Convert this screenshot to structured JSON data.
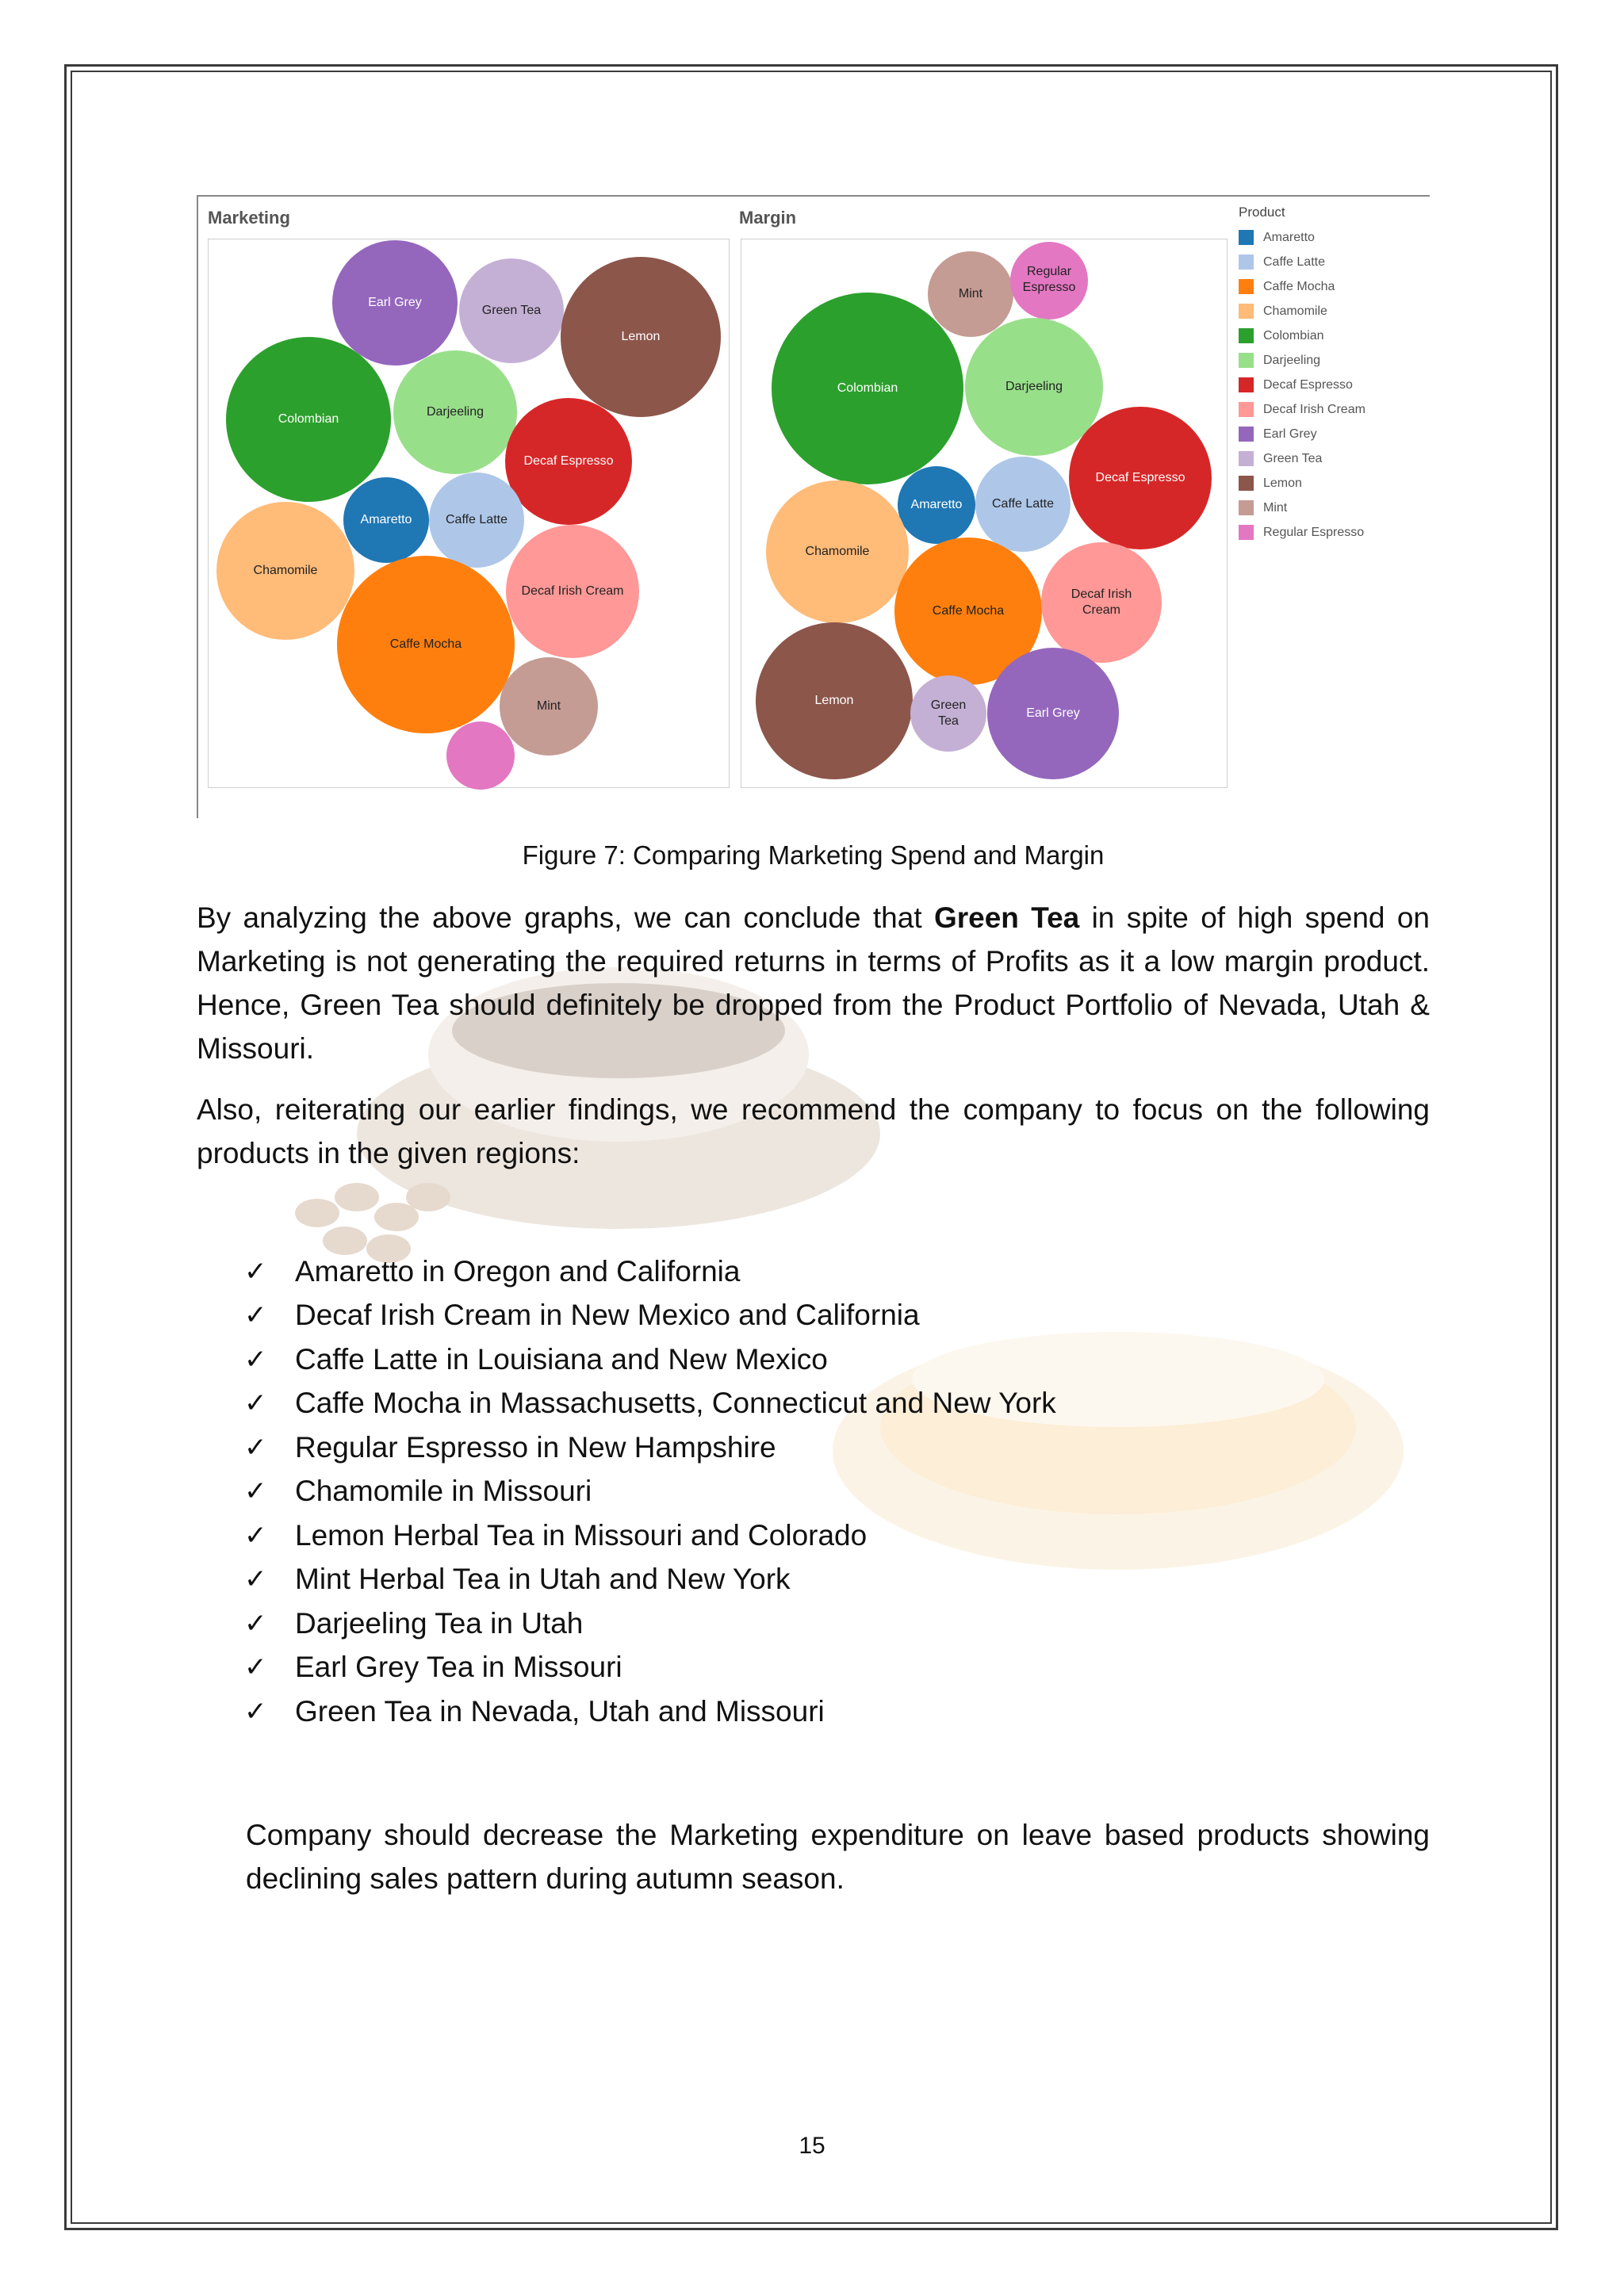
{
  "figure": {
    "panel_titles": [
      "Marketing",
      "Margin"
    ],
    "legend_title": "Product",
    "legend": [
      {
        "name": "Amaretto",
        "color": "#1f77b4"
      },
      {
        "name": "Caffe Latte",
        "color": "#aec7e8"
      },
      {
        "name": "Caffe Mocha",
        "color": "#ff7f0e"
      },
      {
        "name": "Chamomile",
        "color": "#ffbb78"
      },
      {
        "name": "Colombian",
        "color": "#2ca02c"
      },
      {
        "name": "Darjeeling",
        "color": "#98df8a"
      },
      {
        "name": "Decaf Espresso",
        "color": "#d62728"
      },
      {
        "name": "Decaf Irish Cream",
        "color": "#ff9896"
      },
      {
        "name": "Earl Grey",
        "color": "#9467bd"
      },
      {
        "name": "Green Tea",
        "color": "#c5b0d5"
      },
      {
        "name": "Lemon",
        "color": "#8c564b"
      },
      {
        "name": "Mint",
        "color": "#c49c94"
      },
      {
        "name": "Regular Espresso",
        "color": "#e377c2"
      }
    ],
    "marketing_labels": {
      "earl_grey": "Earl Grey",
      "green_tea": "Green Tea",
      "lemon": "Lemon",
      "colombian": "Colombian",
      "darjeeling": "Darjeeling",
      "decaf_espresso": "Decaf Espresso",
      "amaretto": "Amaretto",
      "caffe_latte": "Caffe Latte",
      "chamomile": "Chamomile",
      "decaf_irish_cream": "Decaf Irish Cream",
      "caffe_mocha": "Caffe Mocha",
      "mint": "Mint"
    },
    "margin_labels": {
      "regular_espresso_1": "Regular",
      "regular_espresso_2": "Espresso",
      "mint": "Mint",
      "colombian": "Colombian",
      "darjeeling": "Darjeeling",
      "decaf_espresso": "Decaf Espresso",
      "amaretto": "Amaretto",
      "caffe_latte": "Caffe Latte",
      "chamomile": "Chamomile",
      "caffe_mocha": "Caffe Mocha",
      "decaf_irish_cream_1": "Decaf Irish",
      "decaf_irish_cream_2": "Cream",
      "lemon": "Lemon",
      "green_tea_1": "Green",
      "green_tea_2": "Tea",
      "earl_grey": "Earl Grey"
    },
    "caption": "Figure 7: Comparing Marketing Spend and Margin"
  },
  "paragraph1": {
    "before": "By analyzing the above graphs, we can conclude that ",
    "bold": "Green Tea",
    "after": " in spite of high spend on Marketing is not generating the required returns in terms of Profits as it a low margin product. Hence, Green Tea should definitely be dropped from the Product Portfolio of Nevada, Utah & Missouri."
  },
  "paragraph2": "Also, reiterating our earlier findings, we recommend the company to focus on the following products in the given regions:",
  "checklist": {
    "mark": "✓",
    "items": [
      "Amaretto in Oregon and California",
      "Decaf Irish Cream in New Mexico and California",
      "Caffe Latte in Louisiana and New Mexico",
      "Caffe Mocha in Massachusetts, Connecticut and New York",
      "Regular Espresso in New Hampshire",
      "Chamomile in Missouri",
      "Lemon Herbal Tea in Missouri and Colorado",
      "Mint Herbal Tea in Utah and New York",
      "Darjeeling Tea in Utah",
      "Earl Grey Tea in Missouri",
      "Green Tea in Nevada, Utah and Missouri"
    ]
  },
  "paragraph3": "Company should decrease the Marketing expenditure on leave based products showing declining sales pattern during autumn season.",
  "page_number": "15"
}
